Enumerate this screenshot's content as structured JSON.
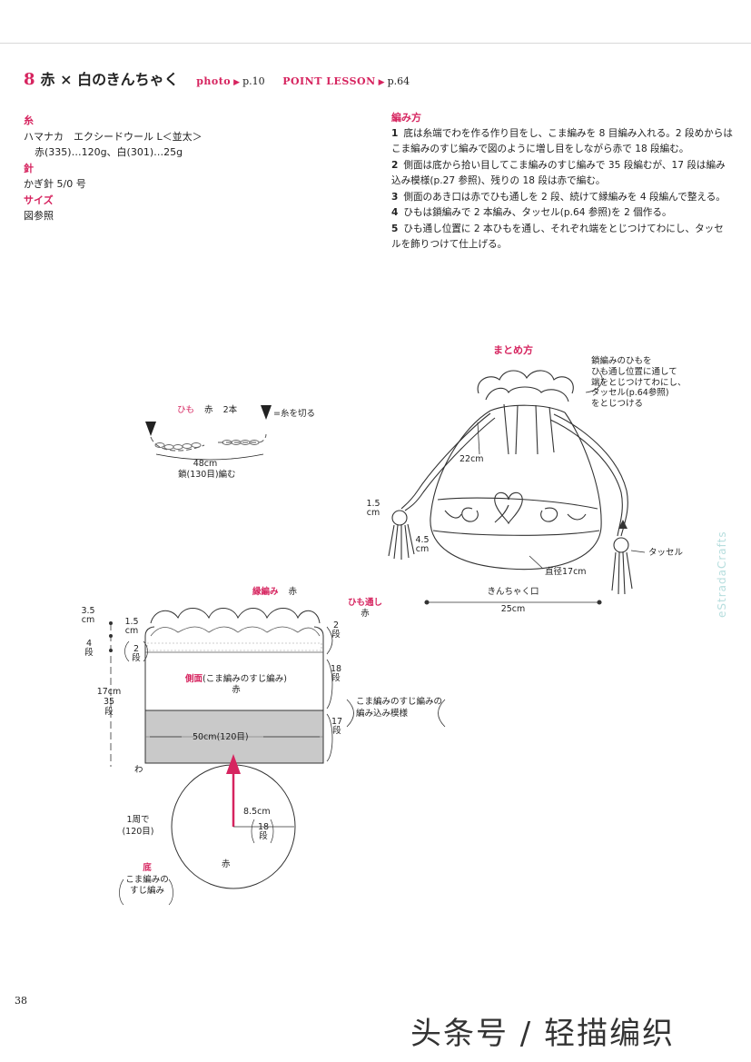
{
  "header": {
    "number": "8",
    "title": "赤 × 白のきんちゃく",
    "photo_label": "photo",
    "photo_page": "p.10",
    "lesson_label": "POINT LESSON",
    "lesson_page": "p.64"
  },
  "materials": {
    "yarn_heading": "糸",
    "yarn_line1": "ハマナカ　エクシードウール L＜並太＞",
    "yarn_line2": "赤(335)…120g、白(301)…25g",
    "needle_heading": "針",
    "needle_line": "かぎ針 5/0 号",
    "size_heading": "サイズ",
    "size_line": "図参照"
  },
  "instructions": {
    "heading": "編み方",
    "steps": [
      {
        "n": "1",
        "text": "底は糸端でわを作る作り目をし、こま編みを 8 目編み入れる。2 段めからはこま編みのすじ編みで図のように増し目をしながら赤で 18 段編む。"
      },
      {
        "n": "2",
        "text": "側面は底から拾い目してこま編みのすじ編みで 35 段編むが、17 段は編み込み模様(p.27 参照)、残りの 18 段は赤で編む。"
      },
      {
        "n": "3",
        "text": "側面のあき口は赤でひも通しを 2 段、続けて縁編みを 4 段編んで整える。"
      },
      {
        "n": "4",
        "text": "ひもは鎖編みで 2 本編み、タッセル(p.64 参照)を 2 個作る。"
      },
      {
        "n": "5",
        "text": "ひも通し位置に 2 本ひもを通し、それぞれ端をとじつけてわにし、タッセルを飾りつけて仕上げる。"
      }
    ]
  },
  "cord": {
    "label": "ひも",
    "color": "赤",
    "count": "2本",
    "legend": "=糸を切る",
    "length": "48cm",
    "chain": "鎖(130目)編む"
  },
  "finish": {
    "heading": "まとめ方",
    "note_line1": "鎖編みのひもを",
    "note_line2": "ひも通し位置に通して",
    "note_line3": "端をとじつけてわにし、",
    "note_line4": "タッセル(p.64参照)",
    "note_line5": "をとじつける",
    "height": "22cm",
    "dim1_a": "1.5",
    "dim1_b": "cm",
    "dim2_a": "4.5",
    "dim2_b": "cm",
    "bottom_dia": "直径17cm",
    "tassel": "タッセル",
    "mouth": "きんちゃく口",
    "mouth_width": "25cm"
  },
  "body": {
    "edge_label": "縁編み",
    "edge_color": "赤",
    "cord_pass": "ひも通し",
    "cord_pass_color": "赤",
    "d35_a": "3.5",
    "d35_b": "cm",
    "d15_a": "1.5",
    "d15_b": "cm",
    "r4_a": "4",
    "r4_b": "段",
    "r2_a": "2",
    "r2_b": "段",
    "side_label": "側面",
    "side_method": "(こま編みのすじ編み)",
    "side_color": "赤",
    "h17": "17cm",
    "r35_a": "35",
    "r35_b": "段",
    "right_r2_a": "2",
    "right_r2_b": "段",
    "right_r18_a": "18",
    "right_r18_b": "段",
    "pattern_line1": "こま編みのすじ編みの",
    "pattern_line2": "編み込み模様",
    "right_r17_a": "17",
    "right_r17_b": "段",
    "width": "50cm(120目)",
    "wa": "わ"
  },
  "base": {
    "round_line1": "1周で",
    "round_line2": "(120目)",
    "radius": "8.5cm",
    "r18_a": "18",
    "r18_b": "段",
    "color": "赤",
    "label": "底",
    "method_line1": "こま編みの",
    "method_line2": "すじ編み"
  },
  "footer": {
    "page_number": "38",
    "watermark": "eStradaCrafts",
    "brand": "头条号 / 轻描编织"
  },
  "colors": {
    "accent": "#d6245f",
    "pattern_fill": "#c9c9c9"
  }
}
